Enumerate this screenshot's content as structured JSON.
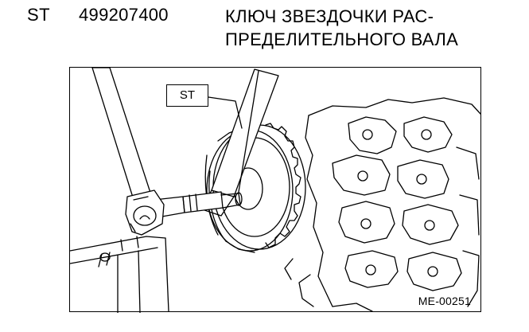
{
  "header": {
    "label": "ST",
    "part_number": "499207400",
    "description_line1": "КЛЮЧ ЗВЕЗДОЧКИ РАС-",
    "description_line2": "ПРЕДЕЛИТЕЛЬНОГО ВАЛА"
  },
  "figure": {
    "callout_label": "ST",
    "figure_code": "ME-00251"
  }
}
